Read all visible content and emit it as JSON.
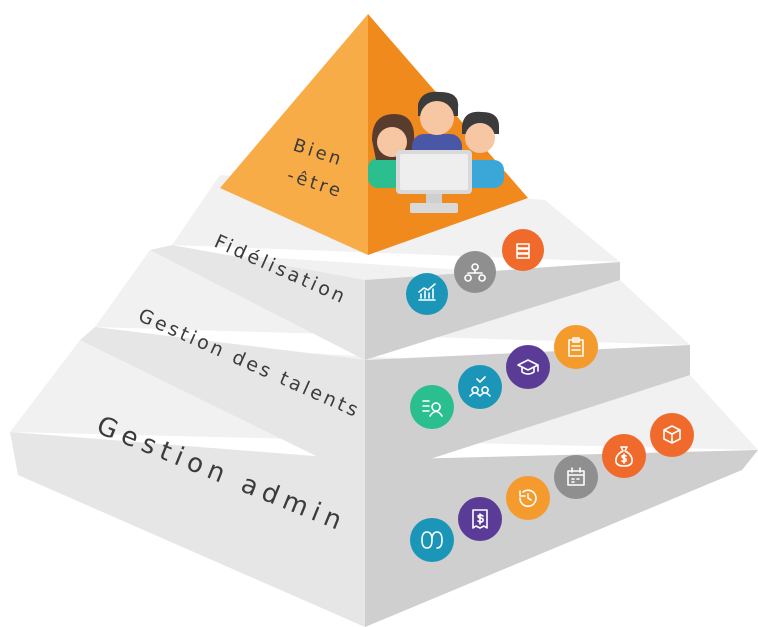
{
  "levels": {
    "top": {
      "label_line1": "Bien",
      "label_line2": "-être",
      "color": "#f59a2c"
    },
    "fidelisation": {
      "label": "Fidélisation"
    },
    "talents": {
      "label": "Gestion des talents"
    },
    "admin": {
      "label": "Gestion admin"
    }
  },
  "icons": {
    "fidelisation": [
      {
        "name": "growth-chart-icon",
        "color": "#1b96b8"
      },
      {
        "name": "team-hierarchy-icon",
        "color": "#8f8f8f"
      },
      {
        "name": "coins-icon",
        "color": "#f06a2b"
      }
    ],
    "talents": [
      {
        "name": "candidate-list-icon",
        "color": "#2bbf8f"
      },
      {
        "name": "team-check-icon",
        "color": "#1b96b8"
      },
      {
        "name": "graduation-cap-icon",
        "color": "#5a3c96"
      },
      {
        "name": "clipboard-icon",
        "color": "#f59a2c"
      }
    ],
    "admin": [
      {
        "name": "flip-flops-icon",
        "color": "#1b96b8"
      },
      {
        "name": "payslip-icon",
        "color": "#5a3c96"
      },
      {
        "name": "history-icon",
        "color": "#f59a2c"
      },
      {
        "name": "calendar-icon",
        "color": "#8f8f8f"
      },
      {
        "name": "money-bag-icon",
        "color": "#f06a2b"
      },
      {
        "name": "box-icon",
        "color": "#f06a2b"
      }
    ]
  }
}
